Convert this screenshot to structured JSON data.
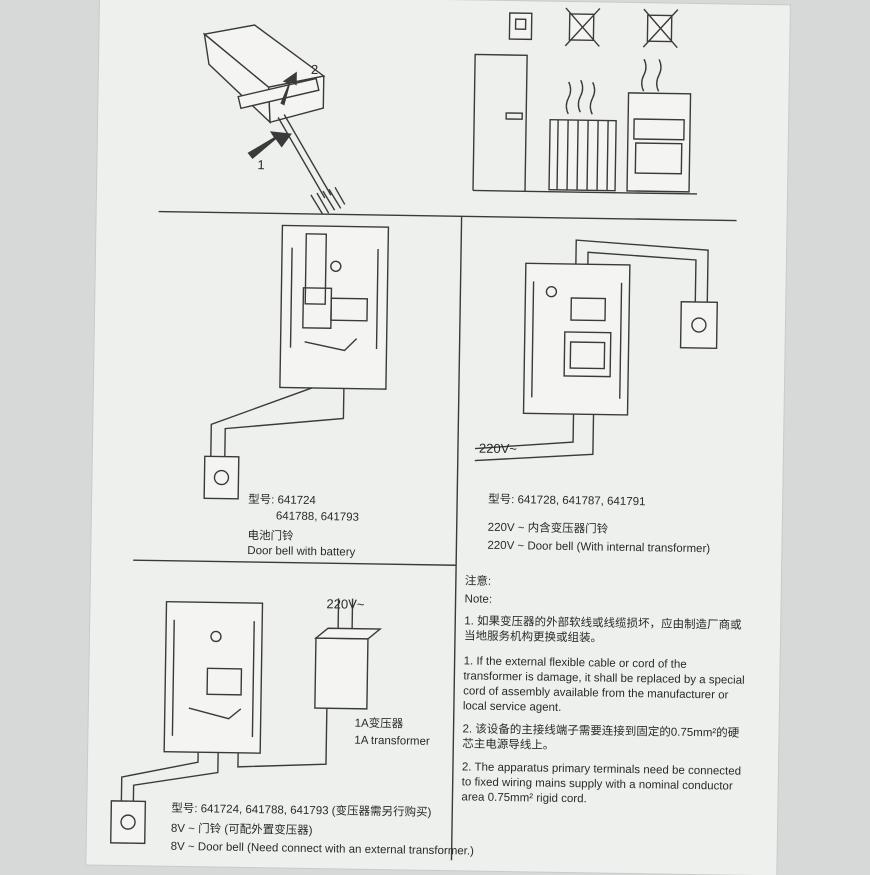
{
  "install_steps": {
    "step1": "1",
    "step2": "2"
  },
  "battery_model": {
    "label": "型号: 641724",
    "label_line2": "641788, 641793",
    "title_cn": "电池门铃",
    "title_en": "Door bell with battery"
  },
  "internal_transformer_model": {
    "voltage": "220V~",
    "label": "型号: 641728, 641787, 641791",
    "title_cn": "220V ~ 内含变压器门铃",
    "title_en": "220V ~ Door bell (With internal transformer)"
  },
  "external_transformer_model": {
    "voltage": "220V~",
    "transformer_cn": "1A变压器",
    "transformer_en": "1A transformer",
    "label": "型号: 641724, 641788, 641793 (变压器需另行购买)",
    "title_cn": "8V ~ 门铃 (可配外置变压器)",
    "title_en": "8V ~ Door bell (Need connect with an external transformer.)"
  },
  "notes": {
    "heading_cn": "注意:",
    "heading_en": "Note:",
    "note1_cn": "1. 如果变压器的外部软线或线缆损坏，应由制造厂商或当地服务机构更换或组装。",
    "note1_en": "1. If the external flexible cable or cord of the transformer is damage, it shall be replaced by a special cord of assembly available from the manufacturer or local service agent.",
    "note2_cn": "2. 该设备的主接线端子需要连接到固定的0.75mm²的硬芯主电源导线上。",
    "note2_en": "2. The apparatus primary terminals need be connected to fixed wiring mains supply with a nominal conductor area 0.75mm² rigid cord."
  }
}
